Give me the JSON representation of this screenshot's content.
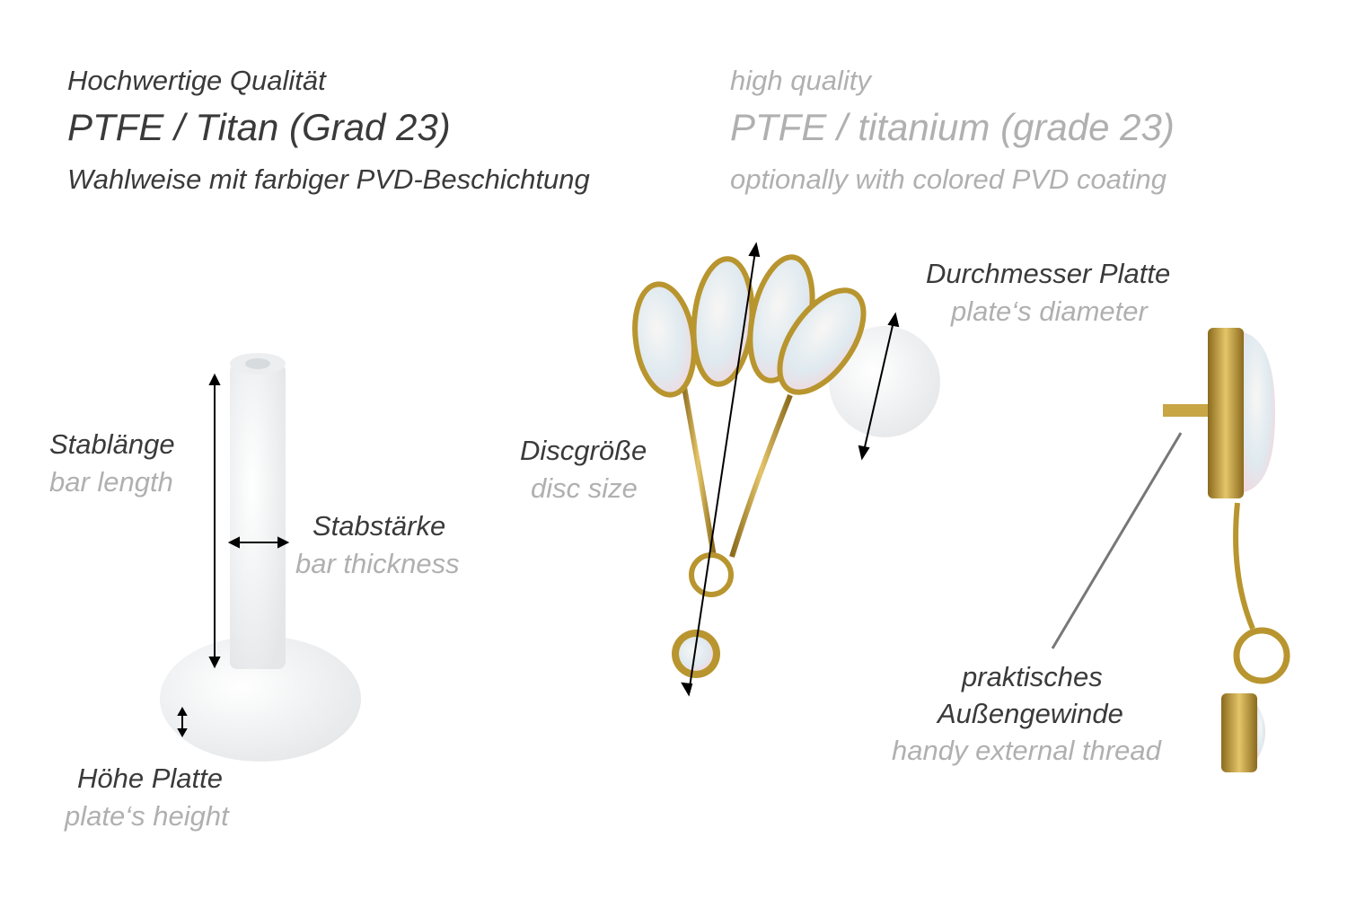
{
  "header_de": {
    "line1": "Hochwertige Qualität",
    "line2": "PTFE / Titan (Grad 23)",
    "line3": "Wahlweise mit farbiger PVD-Beschichtung"
  },
  "header_en": {
    "line1": "high quality",
    "line2": "PTFE / titanium (grade 23)",
    "line3": "optionally with colored PVD coating"
  },
  "labels": {
    "bar_length": {
      "de": "Stablänge",
      "en": "bar length"
    },
    "bar_thickness": {
      "de": "Stabstärke",
      "en": "bar thickness"
    },
    "plate_height": {
      "de": "Höhe Platte",
      "en": "plate‘s height"
    },
    "disc_size": {
      "de": "Discgröße",
      "en": "disc size"
    },
    "plate_diameter": {
      "de": "Durchmesser Platte",
      "en": "plate‘s diameter"
    },
    "external_thread": {
      "de1": "praktisches",
      "de2": "Außengewinde",
      "en": "handy external thread"
    }
  },
  "colors": {
    "text_dark": "#3a3a3a",
    "text_light": "#b0b0b0",
    "gold": "#b8952e",
    "opal": "#eef2f4"
  }
}
